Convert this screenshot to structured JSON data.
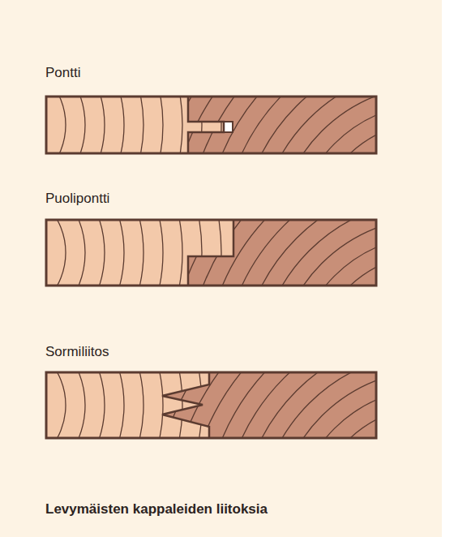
{
  "diagram": {
    "caption": "Levymäisten kappaleiden liitoksia",
    "labels": [
      "Pontti",
      "Puolipontti",
      "Sormiliitos"
    ]
  }
}
